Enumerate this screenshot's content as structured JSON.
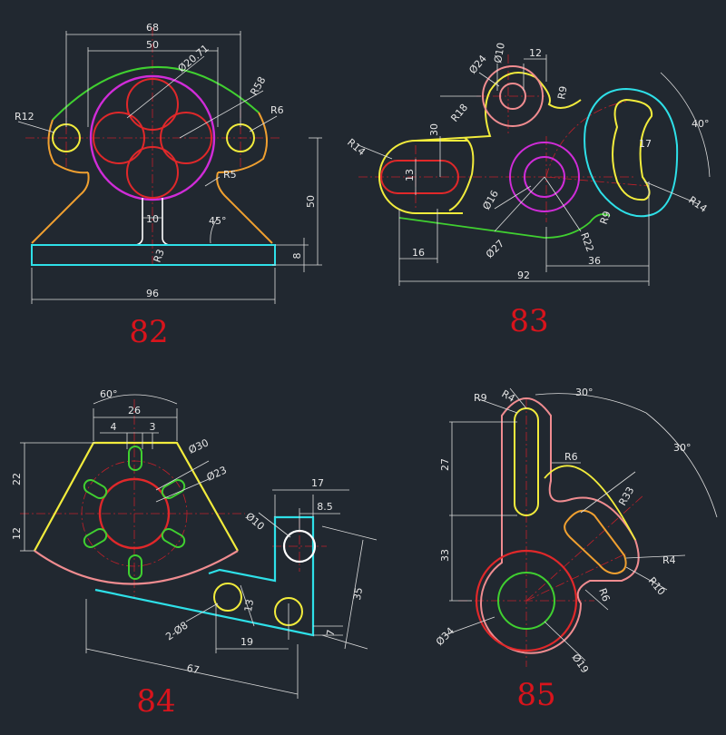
{
  "colors": {
    "background": "#212830",
    "dimension": "#dcdcdc",
    "center": "#c0202a",
    "red": "#e0282a",
    "magenta": "#d02cd8",
    "yellow": "#f2ec3c",
    "cyan": "#2ee0e8",
    "green": "#40d030",
    "orange": "#f0a030",
    "pink": "#f08c90",
    "white": "#ffffff",
    "label": "#d8141c"
  },
  "figures": [
    {
      "number": "82",
      "dimensions": [
        "68",
        "50",
        "Ø20.71",
        "R58",
        "R12",
        "R6",
        "R5",
        "10",
        "45°",
        "R3",
        "50",
        "8",
        "96"
      ]
    },
    {
      "number": "83",
      "dimensions": [
        "Ø10",
        "12",
        "Ø24",
        "R9",
        "R18",
        "30",
        "R14",
        "13",
        "40°",
        "17",
        "R14",
        "Ø16",
        "R9",
        "Ø27",
        "R22",
        "16",
        "36",
        "92"
      ]
    },
    {
      "number": "84",
      "dimensions": [
        "60°",
        "26",
        "4",
        "3",
        "Ø30",
        "22",
        "Ø23",
        "12",
        "17",
        "Ø10",
        "8.5",
        "35",
        "13",
        "2-Ø8",
        "19",
        "7",
        "67"
      ]
    },
    {
      "number": "85",
      "dimensions": [
        "R9",
        "R4",
        "30°",
        "30°",
        "27",
        "R6",
        "R33",
        "33",
        "R4",
        "R10",
        "R6",
        "Ø34",
        "Ø19"
      ]
    }
  ]
}
